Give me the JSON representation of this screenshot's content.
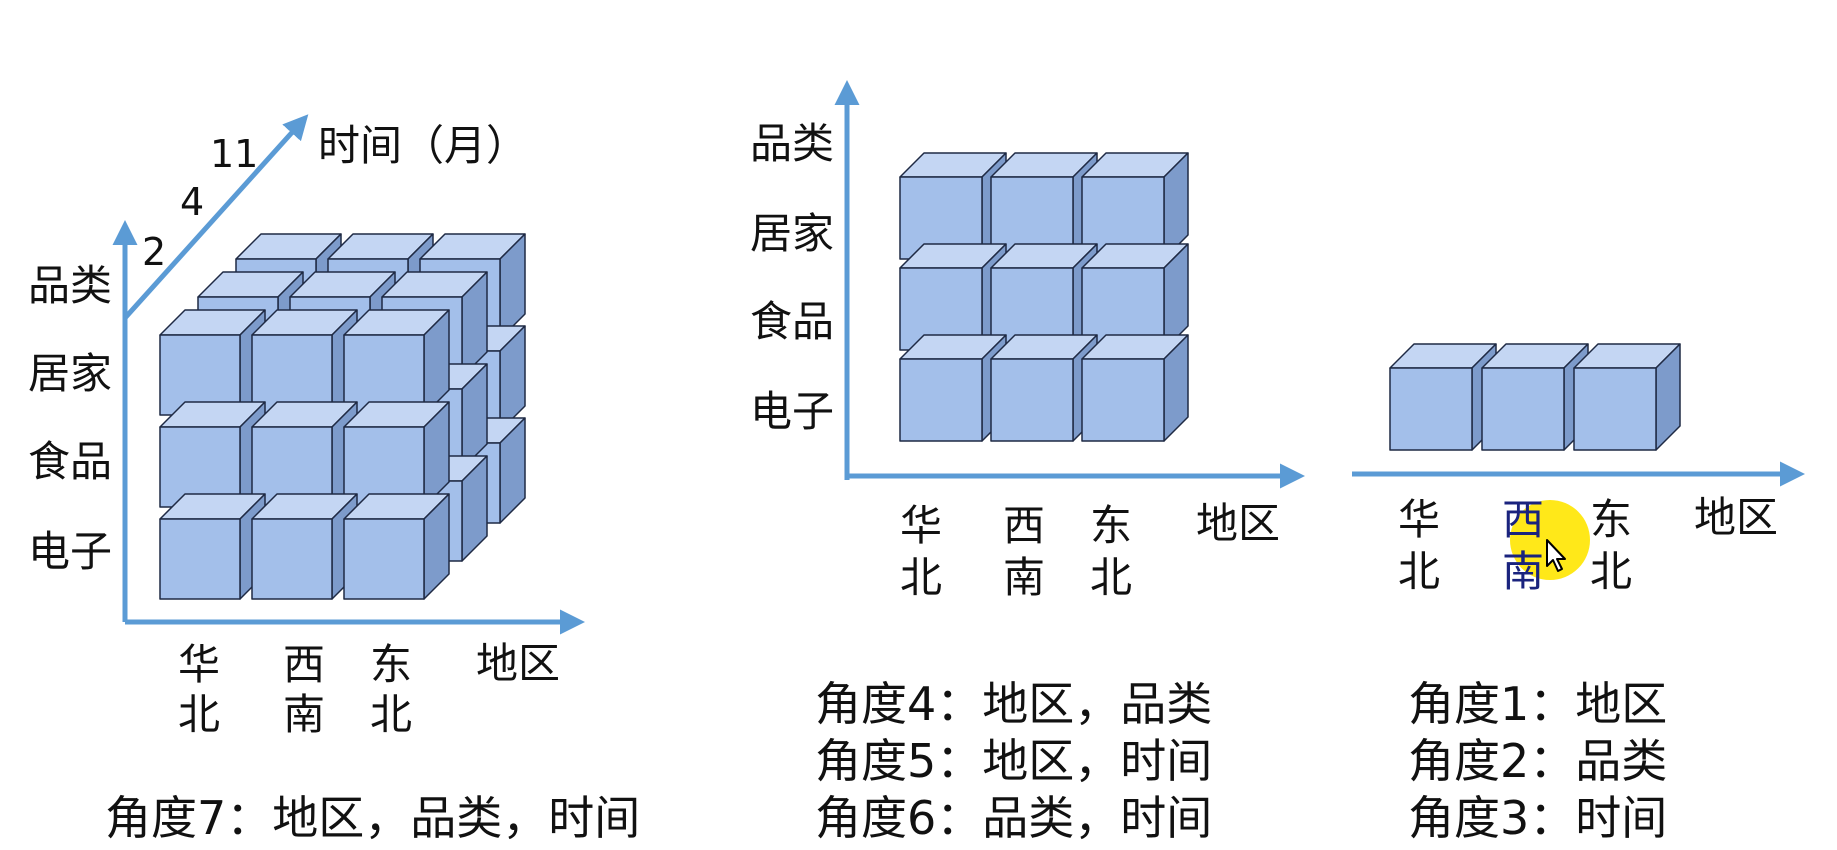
{
  "colors": {
    "axis": "#5b9bd5",
    "cube_front": "#a3bfea",
    "cube_top": "#c4d6f3",
    "cube_side": "#7d9bcb",
    "cube_edge": "#1f2a44",
    "cursor_highlight": "#ffe600"
  },
  "diagram1": {
    "time_axis_label": "时间（月）",
    "time_ticks": [
      "2",
      "4",
      "11"
    ],
    "y_labels": [
      "品类",
      "居家",
      "食品",
      "电子"
    ],
    "x_labels": [
      "华\n北",
      "西\n南",
      "东\n北"
    ],
    "x_axis_label": "地区",
    "caption": "角度7：地区，品类，时间"
  },
  "diagram2": {
    "y_labels": [
      "品类",
      "居家",
      "食品",
      "电子"
    ],
    "x_labels": [
      "华\n北",
      "西\n南",
      "东\n北"
    ],
    "x_axis_label": "地区",
    "captions": [
      "角度4：地区，品类",
      "角度5：地区，时间",
      "角度6：品类，时间"
    ]
  },
  "diagram3": {
    "x_labels": [
      "华\n北",
      "西\n南",
      "东\n北"
    ],
    "x_axis_label": "地区",
    "captions": [
      "角度1：地区",
      "角度2：品类",
      "角度3：时间"
    ]
  },
  "cursor": {
    "icon": "pointer-cursor-icon"
  }
}
